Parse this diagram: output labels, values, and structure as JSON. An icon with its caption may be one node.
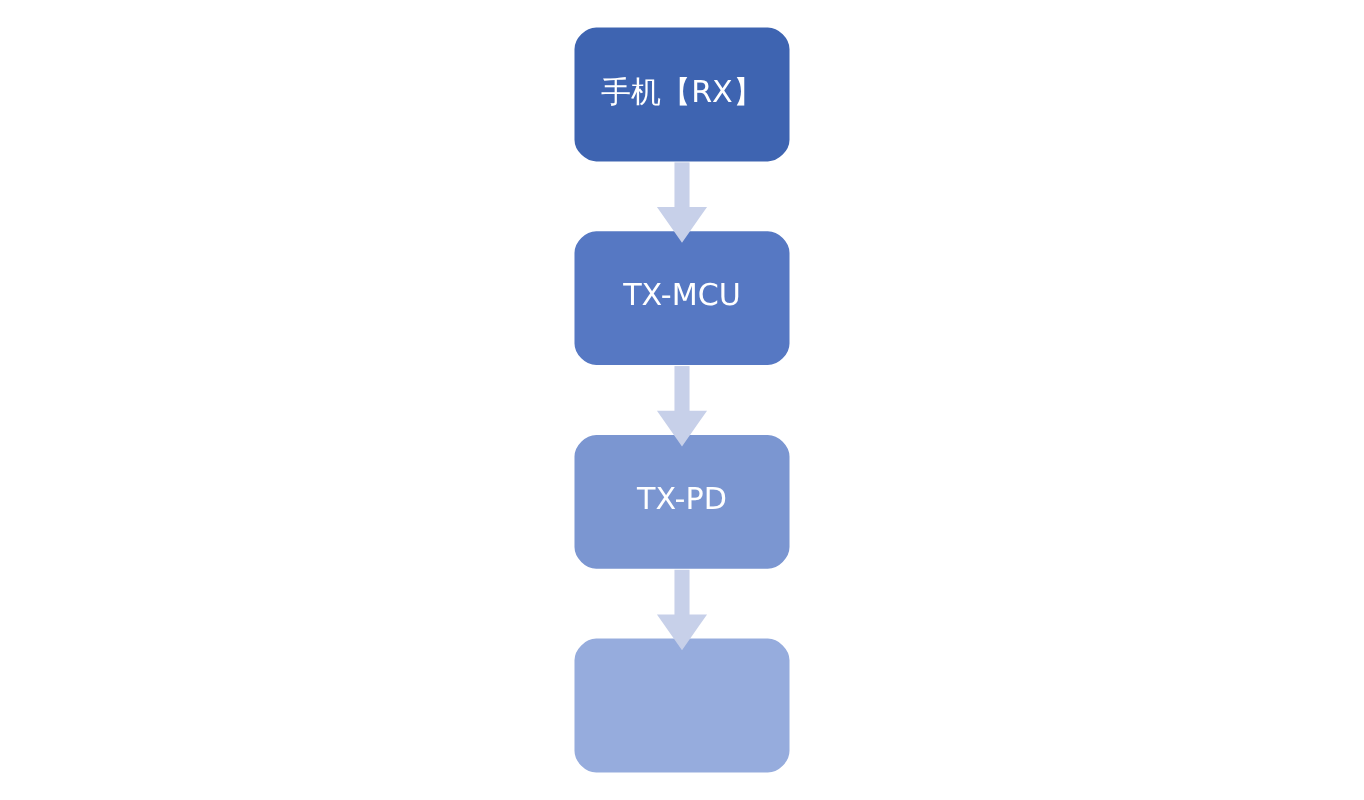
{
  "diagram": {
    "nodes": [
      {
        "text": [
          "手机【RX】"
        ]
      },
      {
        "text": [
          "TX-MCU"
        ]
      },
      {
        "text": [
          "TX-PD"
        ]
      },
      {
        "text": [],
        "shape": "box"
      }
    ],
    "edges": [
      {
        "from": 0,
        "to": 1,
        "arrow": "to"
      },
      {
        "from": 1,
        "to": 2,
        "arrow": "to"
      },
      {
        "from": 2,
        "to": 3,
        "arrow": "to"
      }
    ]
  }
}
